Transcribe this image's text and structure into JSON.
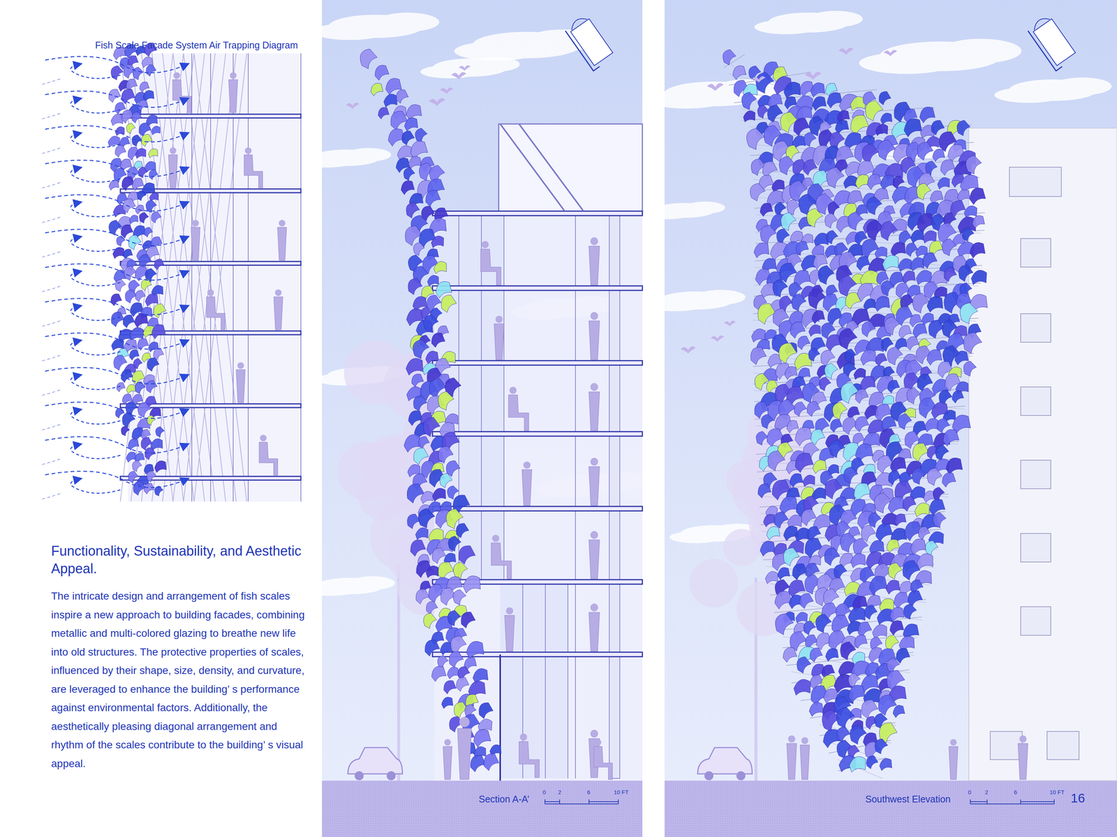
{
  "diagram": {
    "labels": [
      "Fish Scale Façade System Air Trapping Diagram",
      "Functionality, Sustainability, and Aesthetic Appeal.",
      "The intricate design and arrangement of fish scales inspire a new approach to building facades, combining metallic and multi-colored glazing to breathe new life into old structures. The protective properties of scales, influenced by their shape, size, density, and curvature, are leveraged to enhance the building’ s performance against environmental factors. Additionally, the aesthetically pleasing diagonal arrangement and rhythm of the scales contribute to the building’ s visual appeal.",
      "Section A-A’",
      "0",
      "2",
      "6",
      "10 FT",
      "Southwest Elevation",
      "0",
      "2",
      "6",
      "10 FT",
      "16"
    ]
  }
}
